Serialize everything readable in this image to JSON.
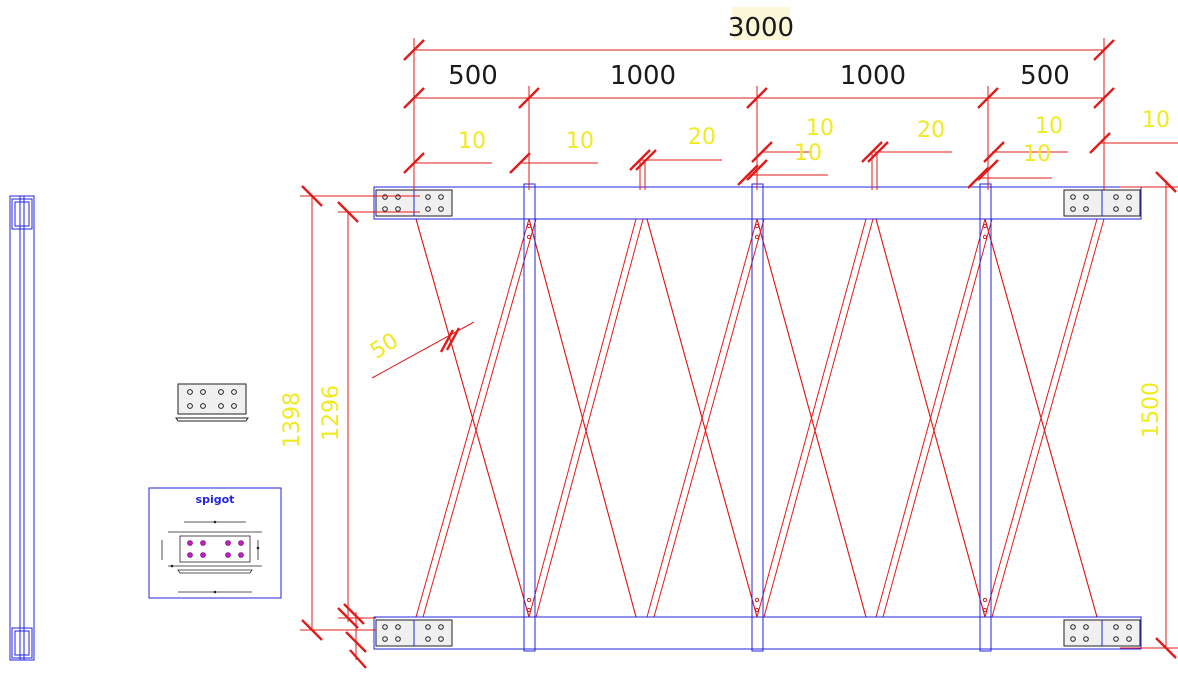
{
  "colors": {
    "frame": "#2323e0",
    "bracing": "#e21b1b",
    "dim_line": "#e21b1b",
    "dim_text_black": "#1a1a1a",
    "dim_text_yellow": "#f0ea20",
    "highlight": "#fbf7d8",
    "plate": "#f0f0f0",
    "magenta": "#c020c0"
  },
  "dimensions": {
    "overall_width": "3000",
    "bays": [
      "500",
      "1000",
      "1000",
      "500"
    ],
    "spacings": [
      "10",
      "10",
      "20",
      "10",
      "10",
      "20",
      "10",
      "10",
      "10"
    ],
    "brace_width": "50",
    "outer_height": "1398",
    "inner_height": "1296",
    "total_height": "1500"
  },
  "spigot": {
    "title": "spigot"
  }
}
